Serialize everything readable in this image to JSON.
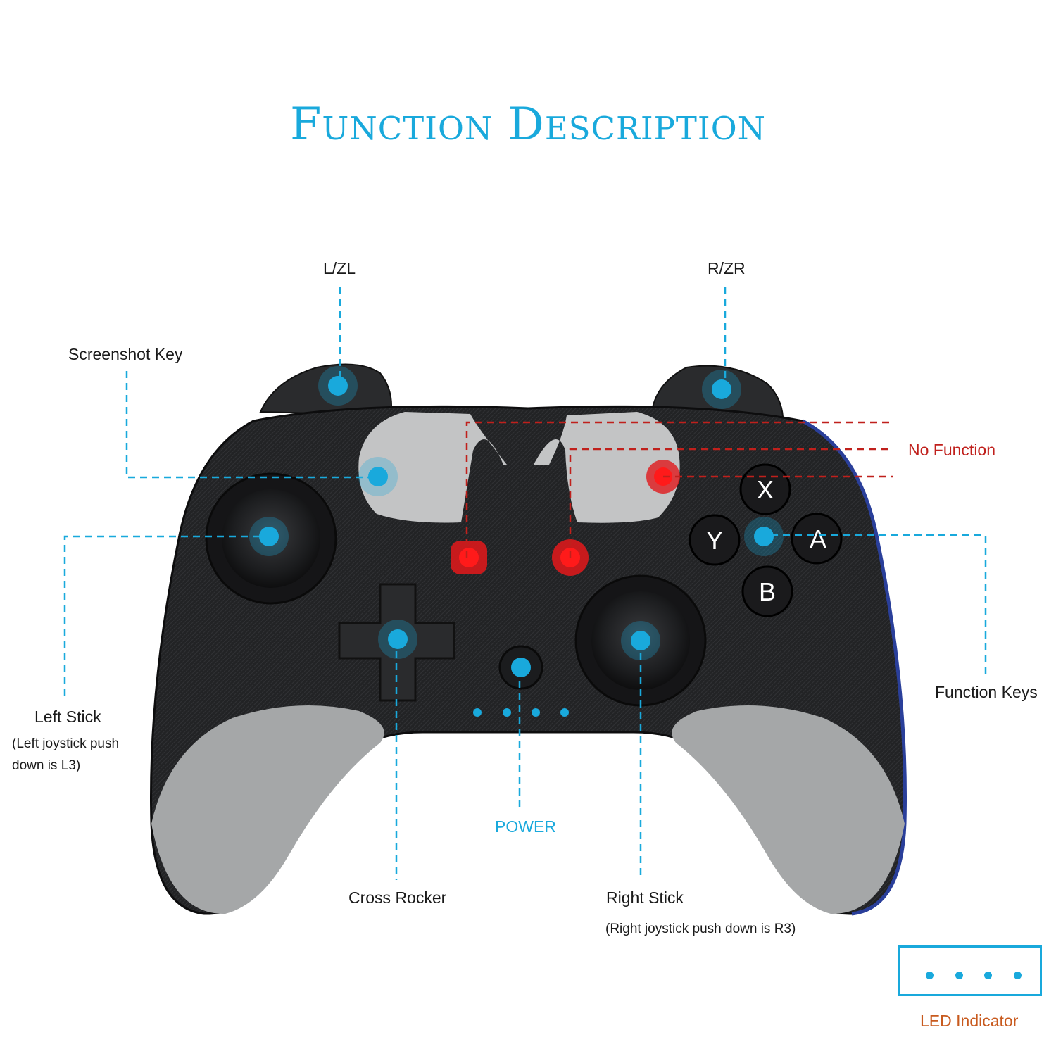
{
  "title": "Function Description",
  "labels": {
    "lzl": "L/ZL",
    "rzr": "R/ZR",
    "screenshot": "Screenshot Key",
    "no_function": "No Function",
    "left_stick": "Left Stick",
    "left_stick_note_1": "(Left joystick push",
    "left_stick_note_2": "down is L3)",
    "function_keys": "Function Keys",
    "power": "POWER",
    "cross_rocker": "Cross Rocker",
    "right_stick": "Right Stick",
    "right_stick_note": "(Right joystick push down is R3)",
    "led_indicator": "LED Indicator"
  },
  "buttons": {
    "x": "X",
    "y": "Y",
    "a": "A",
    "b": "B"
  },
  "colors": {
    "accent": "#19a9dc",
    "no_function": "#c0201c",
    "led_label": "#c85a1e",
    "controller_body": "#1f2022",
    "controller_grip": "#a5a7a8"
  }
}
